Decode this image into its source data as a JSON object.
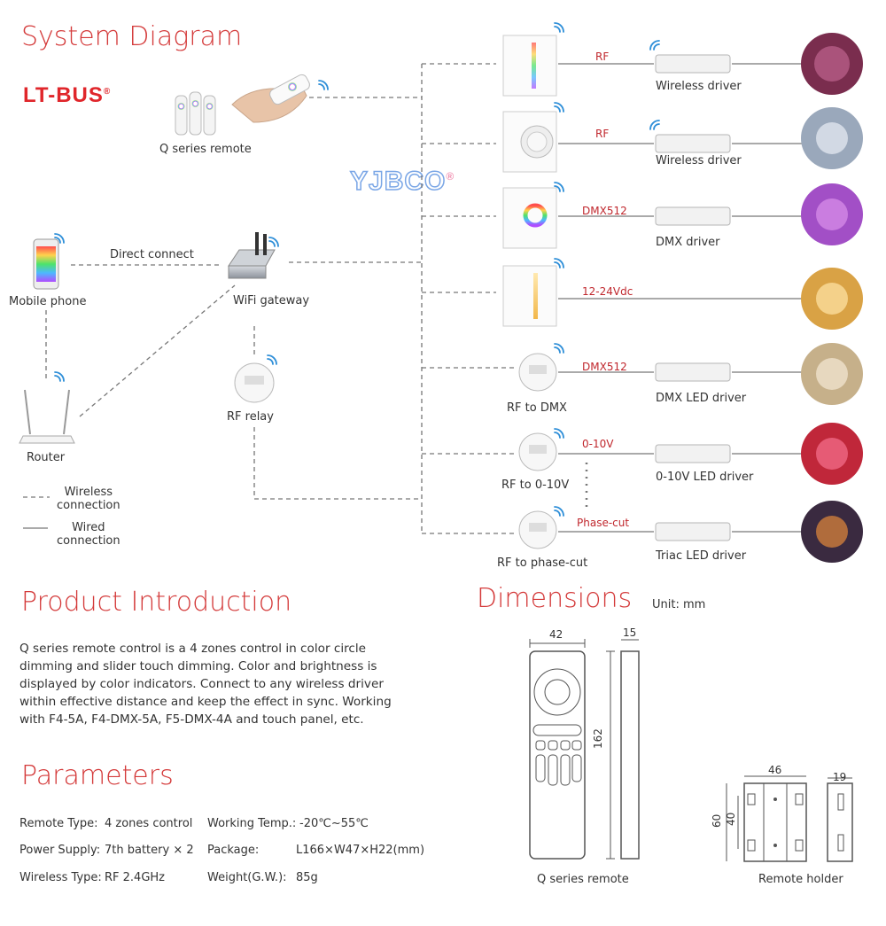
{
  "titles": {
    "system": "System Diagram",
    "intro": "Product Introduction",
    "dimensions": "Dimensions",
    "unit": "Unit: mm",
    "parameters": "Parameters"
  },
  "brand": {
    "logo": "LT-BUS",
    "reg": "®",
    "watermark": "YJBCO",
    "watermark_reg": "®"
  },
  "devices": {
    "remote": "Q series remote",
    "phone": "Mobile phone",
    "direct": "Direct connect",
    "gateway": "WiFi gateway",
    "relay": "RF relay",
    "router": "Router"
  },
  "legend": {
    "wireless": "Wireless\nconnection",
    "wired": "Wired\nconnection"
  },
  "rows": [
    {
      "signal": "RF",
      "driver": "Wireless driver",
      "device": ""
    },
    {
      "signal": "RF",
      "driver": "Wireless driver",
      "device": ""
    },
    {
      "signal": "DMX512",
      "driver": "DMX driver",
      "device": ""
    },
    {
      "signal": "12-24Vdc",
      "driver": "",
      "device": ""
    },
    {
      "signal": "DMX512",
      "driver": "DMX LED driver",
      "device": "RF to DMX"
    },
    {
      "signal": "0-10V",
      "driver": "0-10V LED driver",
      "device": "RF to 0-10V"
    },
    {
      "signal": "Phase-cut",
      "driver": "Triac LED driver",
      "device": "RF to phase-cut"
    }
  ],
  "intro_text": "Q series remote control is a 4 zones control in color circle dimming and slider touch dimming. Color and brightness is displayed by color indicators. Connect to any wireless driver within effective distance and keep the effect in sync. Working with F4-5A, F4-DMX-5A, F5-DMX-4A and touch panel, etc.",
  "params": [
    {
      "k": "Remote Type:",
      "v": "4 zones control"
    },
    {
      "k": "Power Supply:",
      "v": "7th battery × 2"
    },
    {
      "k": "Wireless Type:",
      "v": "RF 2.4GHz"
    },
    {
      "k": "Working Temp.:",
      "v": "-20℃~55℃"
    },
    {
      "k": "Package:",
      "v": "L166×W47×H22(mm)"
    },
    {
      "k": "Weight(G.W.):",
      "v": "85g"
    }
  ],
  "dims": {
    "width": "42",
    "thick": "15",
    "height": "162",
    "holder_w": "46",
    "holder_t": "19",
    "holder_h": "60",
    "holder_h2": "40",
    "remote_caption": "Q series remote",
    "holder_caption": "Remote holder"
  },
  "colors": {
    "accent": "#d43a3a",
    "signal": "#c0272d",
    "line": "#777777"
  }
}
